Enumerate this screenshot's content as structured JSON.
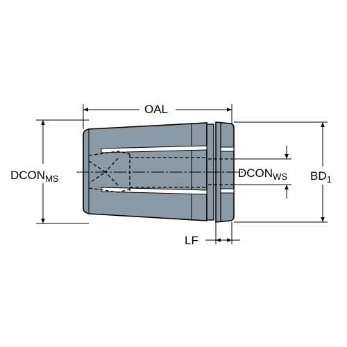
{
  "labels": {
    "oal": "OAL",
    "dcon_ms_main": "DCON",
    "dcon_ms_sub": "MS",
    "dcon_ws_main": "DCON",
    "dcon_ws_sub": "WS",
    "bd_main": "BD",
    "bd_sub": "1",
    "lf": "LF"
  },
  "colors": {
    "body_fill": "#8a9aa7",
    "outline": "#000000",
    "hidden_lines": "#000000",
    "background": "#ffffff"
  }
}
